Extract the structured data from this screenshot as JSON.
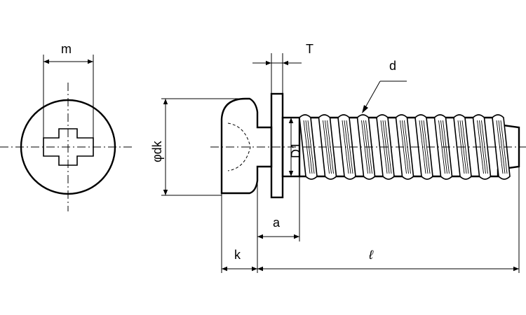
{
  "diagram": {
    "labels": {
      "m": "m",
      "T": "T",
      "d": "d",
      "dk": "φdk",
      "D1": "D1",
      "a": "a",
      "k": "k",
      "l": "ℓ"
    },
    "thread_turns": 11
  }
}
